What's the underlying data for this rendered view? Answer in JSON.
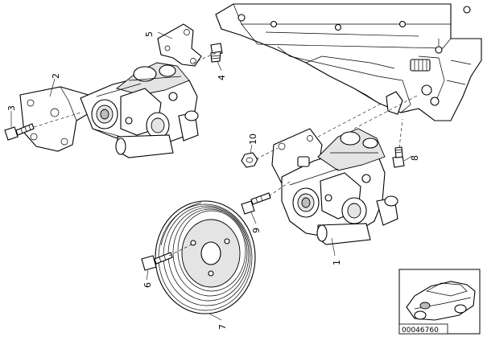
{
  "diagram": {
    "callouts": [
      {
        "id": "c1",
        "label": "1"
      },
      {
        "id": "c2",
        "label": "2"
      },
      {
        "id": "c3",
        "label": "3"
      },
      {
        "id": "c4",
        "label": "4"
      },
      {
        "id": "c5",
        "label": "5"
      },
      {
        "id": "c6",
        "label": "6"
      },
      {
        "id": "c7",
        "label": "7"
      },
      {
        "id": "c8",
        "label": "8"
      },
      {
        "id": "c9",
        "label": "9"
      },
      {
        "id": "c10",
        "label": "10"
      }
    ],
    "reference_number": "00046760"
  }
}
